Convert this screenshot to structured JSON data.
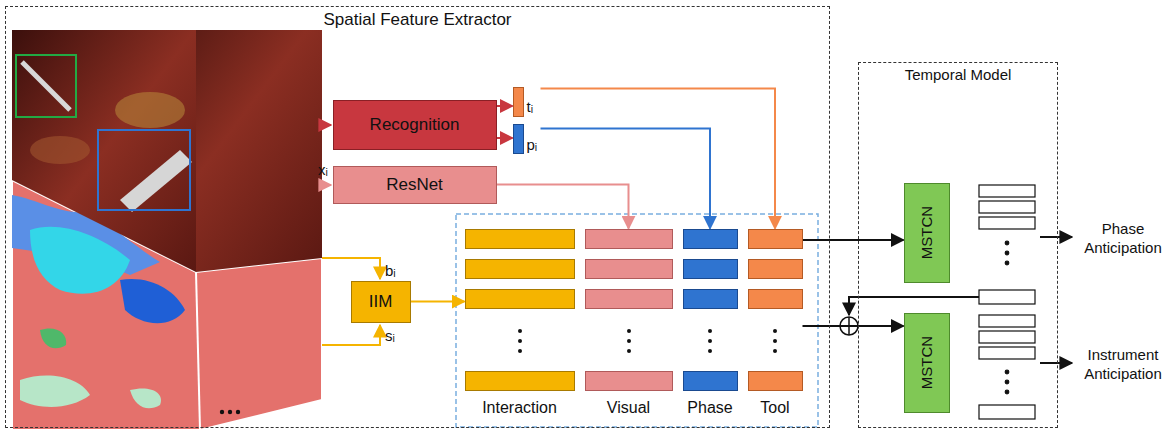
{
  "diagram": {
    "nodes": [
      {
        "text": [
          "Spatial Feature Extractor"
        ]
      },
      {
        "text": [
          "Recognition"
        ],
        "in": 0
      },
      {
        "text": [
          "tᵢ"
        ],
        "in": 0
      },
      {
        "text": [
          "pᵢ"
        ],
        "in": 0
      },
      {
        "text": [
          "ResNet"
        ],
        "in": 0
      },
      {
        "text": [
          "IIM"
        ],
        "in": 0
      },
      {
        "text": [
          "Interaction"
        ],
        "in": 0
      },
      {
        "text": [
          "Visual"
        ],
        "in": 0
      },
      {
        "text": [
          "Phase"
        ],
        "in": 0
      },
      {
        "text": [
          "Tool"
        ],
        "in": 0
      },
      {
        "text": [
          "Temporal Model"
        ]
      },
      {
        "text": [
          "MSTCN"
        ],
        "in": 10
      },
      {
        "text": [
          "MSTCN"
        ],
        "in": 10
      }
    ],
    "edges": [
      {
        "from": 1,
        "to": 2,
        "arrow": "to"
      },
      {
        "from": 1,
        "to": 3,
        "arrow": "to"
      },
      {
        "from": 2,
        "to": 9,
        "arrow": "to"
      },
      {
        "from": 3,
        "to": 8,
        "arrow": "to"
      },
      {
        "from": 4,
        "to": 7,
        "arrow": "to"
      },
      {
        "from": 5,
        "to": 6,
        "arrow": "to"
      },
      {
        "from": 9,
        "to": 11,
        "arrow": "to"
      },
      {
        "from": 9,
        "to": 12,
        "arrow": "to"
      }
    ],
    "labels": [
      "xᵢ",
      "bᵢ",
      "sᵢ",
      "Phase Anticipation",
      "Instrument Anticipation"
    ]
  }
}
